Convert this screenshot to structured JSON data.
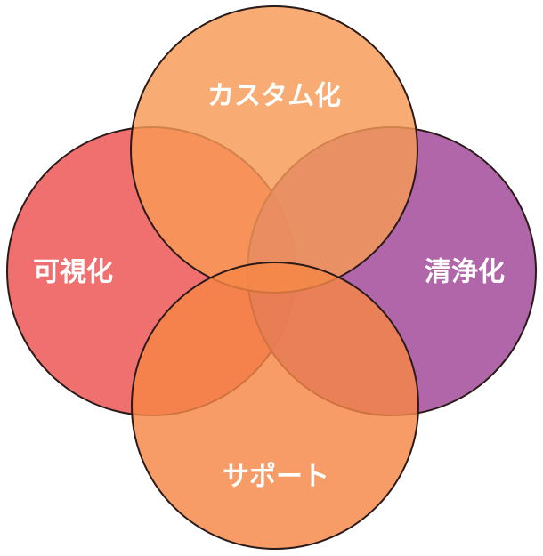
{
  "diagram": {
    "type": "venn",
    "sets": [
      {
        "key": "left",
        "label": "可視化",
        "color": "#ee5f5f"
      },
      {
        "key": "right",
        "label": "清浄化",
        "color": "#a855a0"
      },
      {
        "key": "top",
        "label": "カスタム化",
        "color": "#f79a55"
      },
      {
        "key": "bottom",
        "label": "サポート",
        "color": "#f58645"
      }
    ]
  }
}
